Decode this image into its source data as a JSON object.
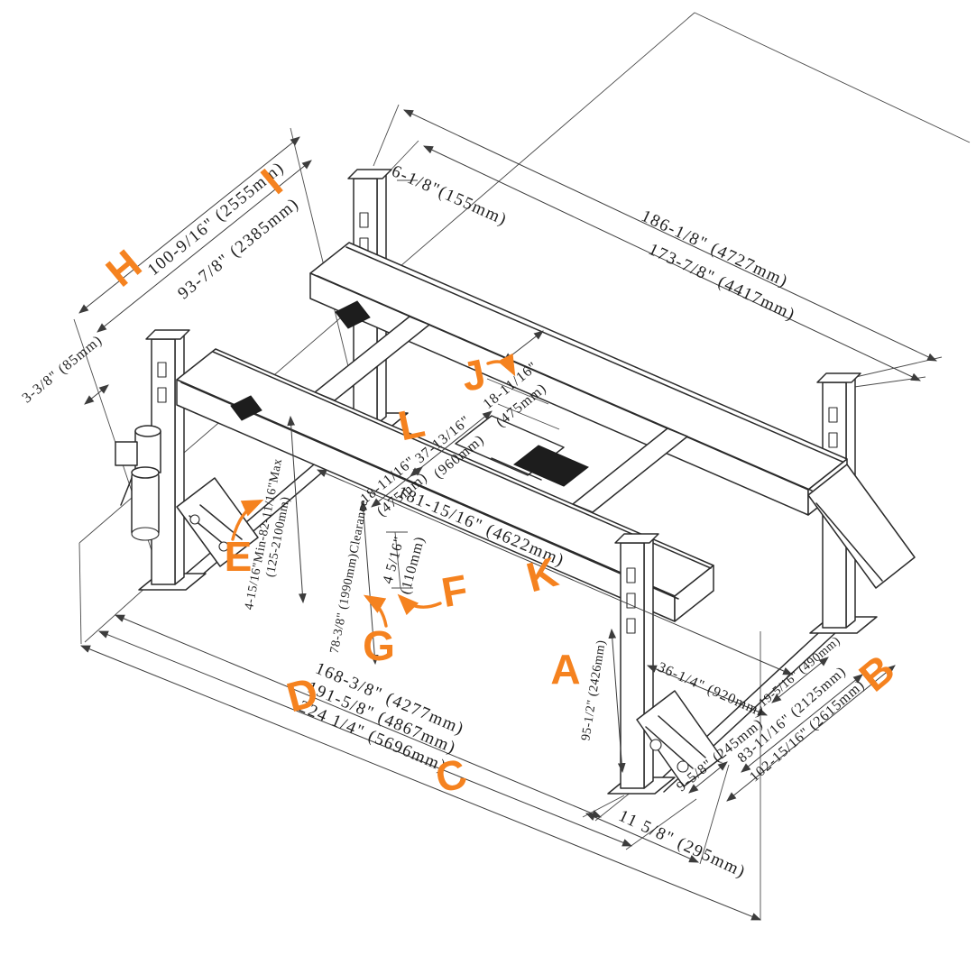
{
  "diagram": {
    "kind": "four-post-car-lift-dimension-diagram",
    "accent_color": "#F5821F",
    "line_color": "#2b2b2b",
    "letters": {
      "A": "A",
      "B": "B",
      "C": "C",
      "D": "D",
      "E": "E",
      "F": "F",
      "G": "G",
      "H": "H",
      "I": "I",
      "J": "J",
      "K": "K",
      "L": "L"
    },
    "dims": {
      "width_overall": "100-9/16\" (2555mm)",
      "width_inner": "93-7/8\" (2385mm)",
      "base_offset": "3-3/8\" (85mm)",
      "end_overhang": "6-1/8\"(155mm)",
      "length_overall": "186-1/8\" (4727mm)",
      "length_inner": "173-7/8\" (4417mm)",
      "runway_width_rear_in": "18-11/16\"",
      "runway_width_rear_mm": "(475mm)",
      "runway_gap_in": "37-13/16\"",
      "runway_gap_mm": "(960mm)",
      "runway_width_front_in": "18-11/16\"",
      "runway_width_front_mm": "(475mm)",
      "runway_length": "181-15/16\" (4622mm)",
      "runway_height_in": "4 5/16\"",
      "runway_height_mm": "(110mm)",
      "lift_range_in": "4-15/16\"Min-82-11/16\"Max",
      "lift_range_mm": "(125-2100mm)",
      "clearance": "78-3/8\" (1990mm)Clearance",
      "post_height": "95-1/2\" (2426mm)",
      "length_d": "168-3/8\" (4277mm)",
      "length_mid": "191-5/8\" (4867mm)",
      "length_c": "224 1/4\" (5696mm)",
      "ramp_length": "36-1/4\" (920mm)",
      "dim_490": "19-5/16\" (490mm)",
      "dim_245": "9-5/8\" (245mm)",
      "dim_2125": "83-11/16\" (2125mm)",
      "dim_2615": "102-15/16\" (2615mm)",
      "dim_295": "11 5/8\" (295mm)"
    }
  }
}
